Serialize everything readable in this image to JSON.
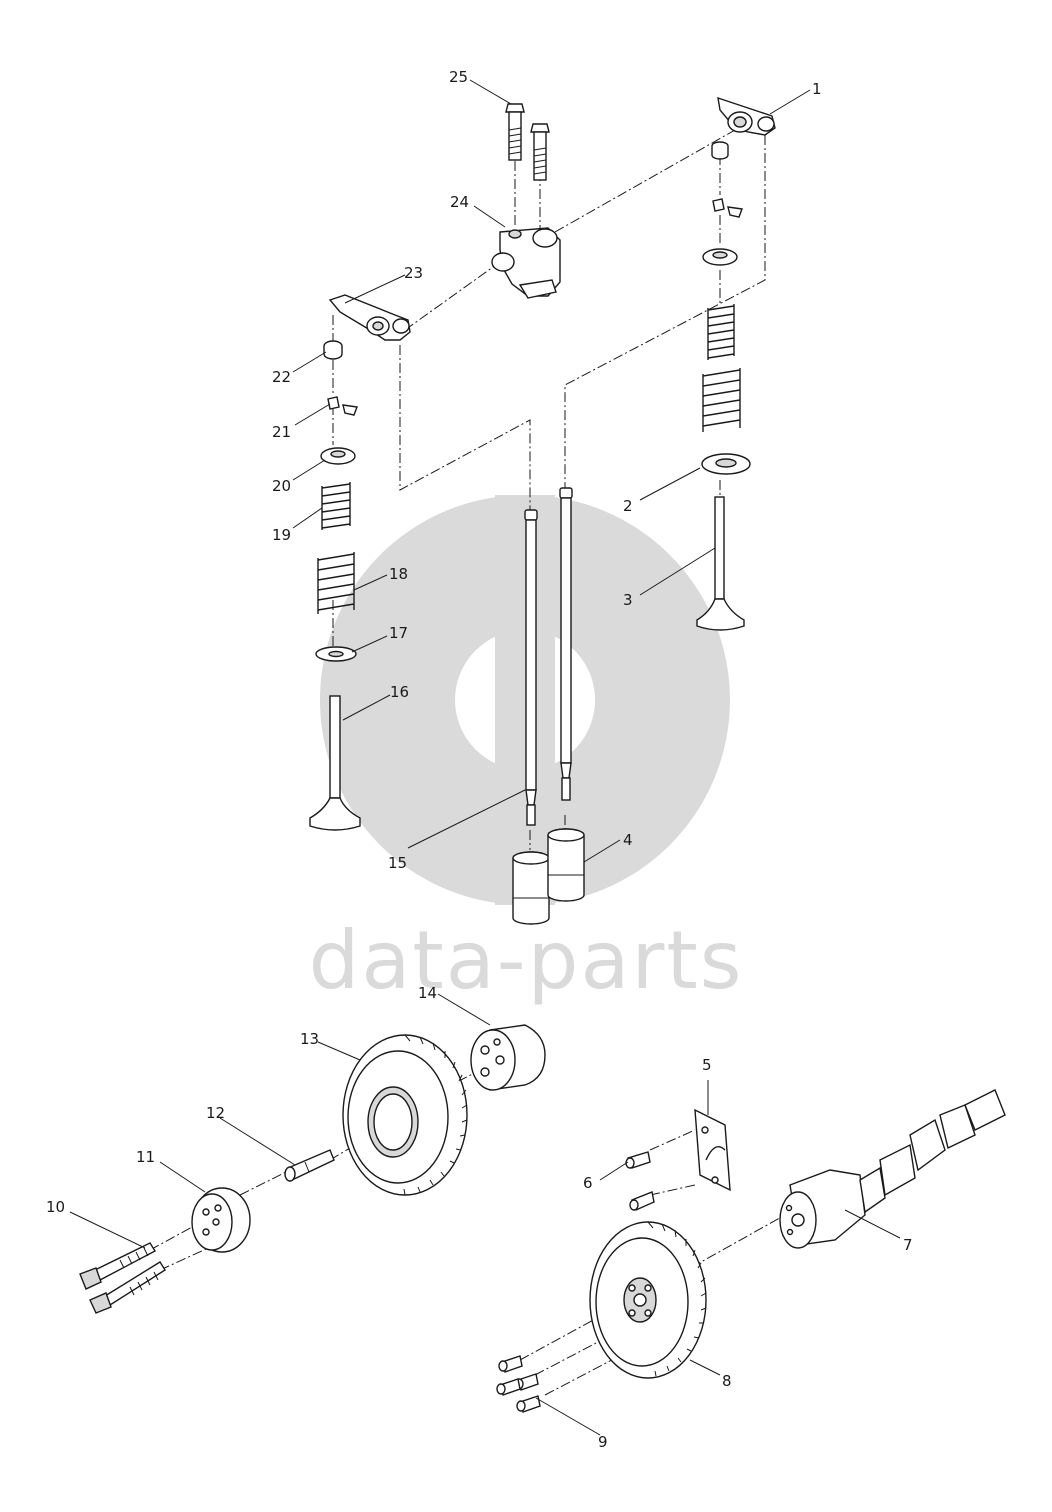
{
  "watermark": {
    "text": "data-parts",
    "color": "#dadada"
  },
  "callouts": [
    {
      "id": "1",
      "label": "1"
    },
    {
      "id": "2",
      "label": "2"
    },
    {
      "id": "3",
      "label": "3"
    },
    {
      "id": "4",
      "label": "4"
    },
    {
      "id": "5",
      "label": "5"
    },
    {
      "id": "6",
      "label": "6"
    },
    {
      "id": "7",
      "label": "7"
    },
    {
      "id": "8",
      "label": "8"
    },
    {
      "id": "9",
      "label": "9"
    },
    {
      "id": "10",
      "label": "10"
    },
    {
      "id": "11",
      "label": "11"
    },
    {
      "id": "12",
      "label": "12"
    },
    {
      "id": "13",
      "label": "13"
    },
    {
      "id": "14",
      "label": "14"
    },
    {
      "id": "15",
      "label": "15"
    },
    {
      "id": "16",
      "label": "16"
    },
    {
      "id": "17",
      "label": "17"
    },
    {
      "id": "18",
      "label": "18"
    },
    {
      "id": "19",
      "label": "19"
    },
    {
      "id": "20",
      "label": "20"
    },
    {
      "id": "21",
      "label": "21"
    },
    {
      "id": "22",
      "label": "22"
    },
    {
      "id": "23",
      "label": "23"
    },
    {
      "id": "24",
      "label": "24"
    },
    {
      "id": "25",
      "label": "25"
    }
  ]
}
